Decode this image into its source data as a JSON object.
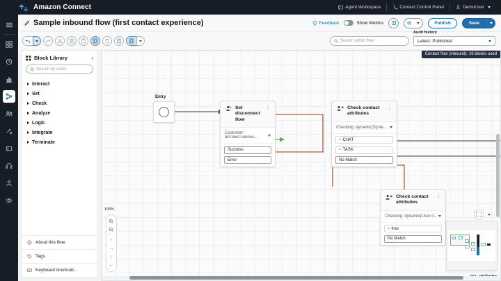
{
  "topbar": {
    "brand": "Amazon Connect",
    "links": [
      {
        "label": "Agent Workspace",
        "icon": "workspace-icon"
      },
      {
        "label": "Contact Control Panel",
        "icon": "phone-icon"
      }
    ],
    "user": "DemoUser"
  },
  "rail": {
    "items": [
      "dashboard-icon",
      "clock-icon",
      "analytics-icon",
      "flows-icon",
      "users-icon",
      "routing-icon",
      "channels-icon",
      "headset-icon",
      "agent-icon",
      "settings-icon"
    ]
  },
  "header": {
    "title": "Sample inbound flow (first contact experience)",
    "edit_icon": "pencil-icon",
    "feedback": "Feedback",
    "show_metrics": "Show Metrics",
    "metrics_toggle_on": false,
    "publish": "Publish",
    "save": "Save",
    "accent": "#0073bb",
    "primary_bg": "#1f6fad"
  },
  "toolbar": {
    "buttons": [
      "undo-icon",
      "undo-caret-icon",
      "redo-icon",
      "cut-icon",
      "copy-icon",
      "paste-icon",
      "group-icon",
      "delete-icon",
      "notes-icon",
      "layout-icon",
      "layout-caret-icon"
    ],
    "search_placeholder": "Search within flow",
    "search_icon": "search-icon",
    "audit_label": "Audit history",
    "audit_value": "Latest: Published"
  },
  "panel": {
    "title": "Block Library",
    "title_icon": "blocks-icon",
    "collapse_icon": "chevron-left-icon",
    "search_placeholder": "Search by name",
    "categories": [
      "Interact",
      "Set",
      "Check",
      "Analyze",
      "Logic",
      "Integrate",
      "Terminate"
    ],
    "footer": [
      {
        "label": "About this flow",
        "icon": "info-icon"
      },
      {
        "label": "Tags",
        "icon": "tag-icon"
      },
      {
        "label": "Keyboard shortcuts",
        "icon": "keyboard-icon"
      }
    ]
  },
  "canvas": {
    "tooltip": "Contact flow (inbound): 16 blocks used",
    "zoom_percent": "100%",
    "zoom_controls": [
      "zoom-in-icon",
      "zoom-out-icon",
      "arrow-up-icon",
      "arrow-right-icon",
      "arrow-down-icon",
      "arrow-left-icon"
    ],
    "minimap_label": "attributes",
    "entry": {
      "label": "Entry"
    },
    "nodes": [
      {
        "title": "Set disconnect flow",
        "icon": "set-disconnect-icon",
        "subtitle": "Customer: arn:aws:connec...",
        "ports": [
          {
            "label": "Success",
            "state": "ok"
          },
          {
            "label": "Error",
            "state": "err"
          }
        ]
      },
      {
        "title": "Check contact attributes",
        "icon": "check-attributes-icon",
        "subtitle": "Checking: dynamic(Syste...",
        "ports": [
          {
            "label": "CHAT",
            "state": "neutral",
            "prefix": "="
          },
          {
            "label": "TASK",
            "state": "neutral",
            "prefix": "="
          },
          {
            "label": "No Match",
            "state": "err"
          }
        ]
      },
      {
        "title": "Check contact attributes",
        "icon": "check-attributes-icon",
        "subtitle": "Checking: dynamic(User d...",
        "ports": [
          {
            "label": "true",
            "state": "neutral",
            "prefix": "="
          },
          {
            "label": "No Match",
            "state": "err"
          }
        ]
      }
    ]
  }
}
